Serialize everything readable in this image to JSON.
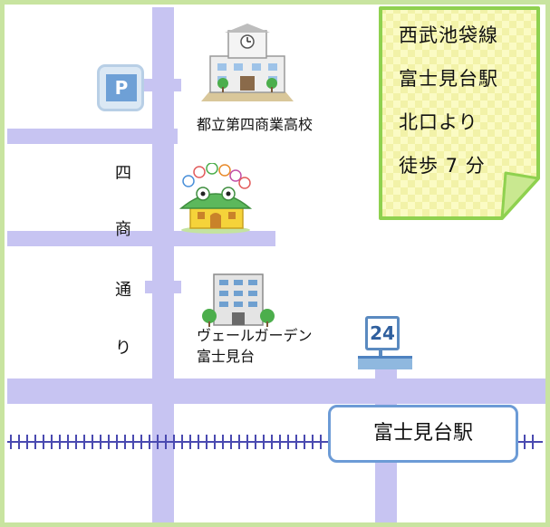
{
  "map": {
    "street_name_chars": [
      "四",
      "商",
      "通",
      "り"
    ],
    "station_label": "富士見台駅",
    "access_note": {
      "lines": [
        "西武池袋線",
        "富士見台駅",
        "北口より",
        "徒歩 7 分"
      ],
      "colors": {
        "fill": "#fbfbc4",
        "border": "#8fd14f"
      }
    },
    "landmarks": {
      "school": {
        "label": "都立第四商業高校",
        "icon": "school-building-icon"
      },
      "kindergarten": {
        "label": "",
        "icon": "kindergarten-building-icon"
      },
      "apartment": {
        "label_lines": [
          "ヴェールガーデン",
          "富士見台"
        ],
        "icon": "apartment-building-icon"
      },
      "parking": {
        "label": "P",
        "icon": "parking-sign-icon"
      },
      "convenience_store": {
        "label": "24",
        "icon": "convenience-store-24-icon"
      }
    },
    "colors": {
      "road": "#c7c4f2",
      "frame": "#c8e4a0",
      "rail": "#4a4ab0",
      "station_border": "#6c9bd6"
    }
  }
}
